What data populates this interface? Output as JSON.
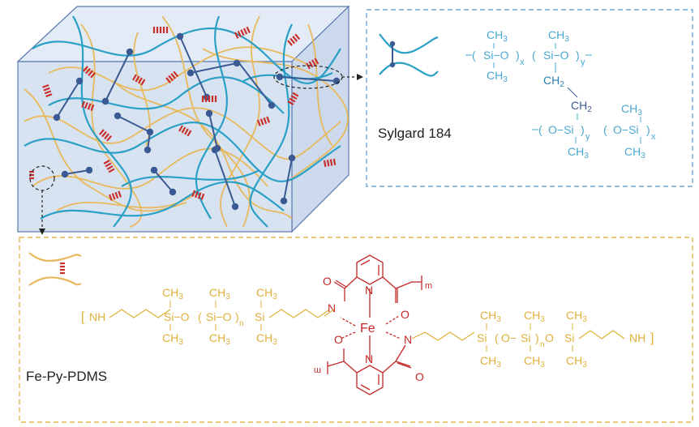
{
  "labels": {
    "sylgard": "Sylgard 184",
    "fepy": "Fe-Py-PDMS"
  },
  "sylgard_formula": {
    "ch3": "CH",
    "sub3": "3",
    "ch2": "CH",
    "sub2": "2",
    "si_o": "Si−O",
    "o_si": "O−Si",
    "x": "x",
    "y": "y"
  },
  "fepy_formula": {
    "nh": "NH",
    "ch3": "CH",
    "sub3": "3",
    "si_o": "Si−O",
    "si": "Si",
    "o": "O",
    "n_sub": "n",
    "m_sub": "m",
    "fe": "Fe",
    "N": "N"
  },
  "colors": {
    "box_face": "#d8e3f2",
    "box_edge": "#5b7ab0",
    "blue_chain": "#2aa0c6",
    "yellow_chain": "#e8b95c",
    "crosslink": "#3a5a94",
    "hbond": "#c9302c",
    "sylgard_box": "#6fa6d6",
    "fepy_box": "#e3b84a",
    "fepy_text": "#e0b03a",
    "complex_red": "#c62828"
  }
}
